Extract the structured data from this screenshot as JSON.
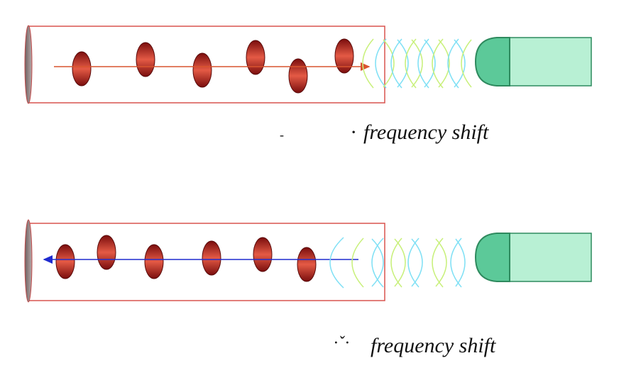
{
  "panels": [
    {
      "caption": "frequency shift",
      "caption_prefix": "- ",
      "caption_fragment": "·",
      "flow_direction": "toward-probe",
      "arrow_color": "#d9542e"
    },
    {
      "caption": "frequency shift",
      "caption_prefix": "·ˇ·",
      "caption_fragment": "",
      "flow_direction": "away-from-probe",
      "arrow_color": "#1f2bcf"
    }
  ],
  "colors": {
    "vessel_border": "#d9534f",
    "cell_dark": "#8b1212",
    "cell_light": "#e04a3a",
    "probe_fill": "#b8f0d4",
    "probe_tip": "#5cc999",
    "probe_stroke": "#2e8a5e",
    "wave_cyan": "#7fe0f5",
    "wave_green": "#c8f07a",
    "vessel_end": "#9a8c8c"
  }
}
